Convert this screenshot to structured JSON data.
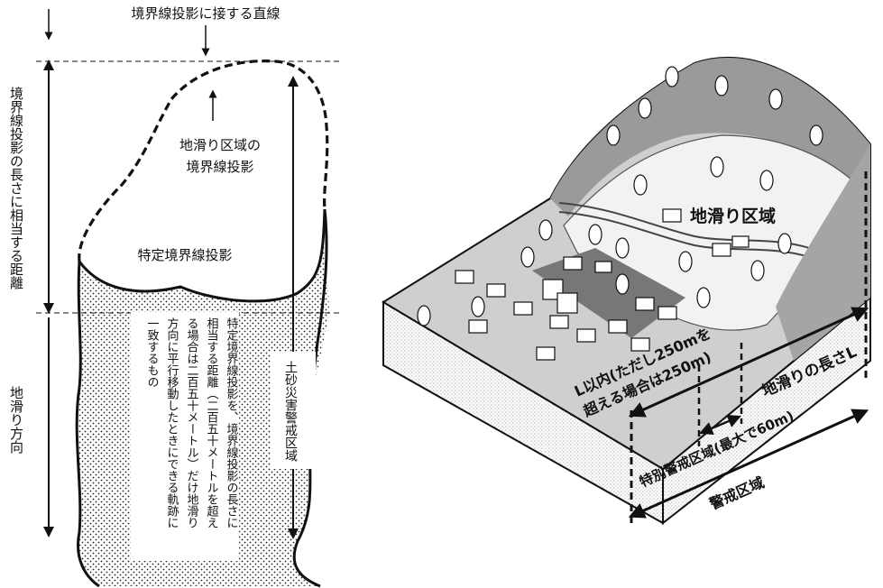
{
  "left": {
    "top_label": "境界線投影に接する直線",
    "length_label": "境界線投影の長さに相当する距離",
    "direction_label": "地滑り方向",
    "boundary_label_line1": "地滑り区域の",
    "boundary_label_line2": "境界線投影",
    "specific_label": "特定境界線投影",
    "body_text_cols": [
      "特定境界線投影を、境界線投影の長さに",
      "相当する距離（二百五十メートルを超え",
      "る場合は二百五十メートル）だけ地滑り",
      "方向に平行移動したときにできる軌跡に",
      "一致するもの"
    ],
    "warning_zone_label": "土砂災害警戒区域"
  },
  "right": {
    "landslide_area": "地滑り区域",
    "length_L": "地滑りの長さL",
    "within_L_line1": "L以内(ただし250mを",
    "within_L_line2": "超える場合は250m)",
    "special_zone": "特別警戒区域(最大で60m)",
    "warning_zone": "警戒区域"
  }
}
